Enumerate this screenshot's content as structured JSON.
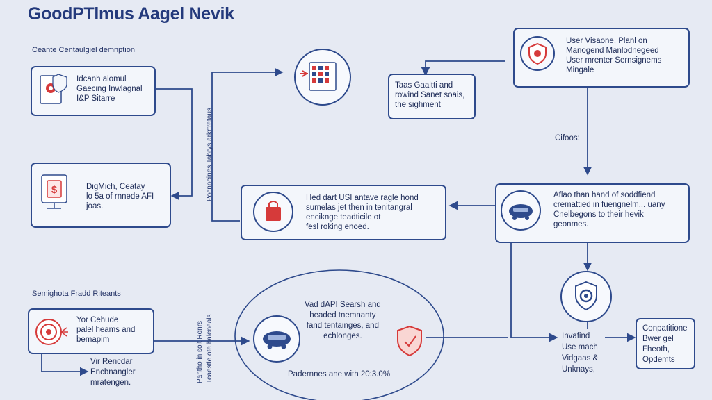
{
  "title": "GoodPTlmus Aagel Nevik",
  "sections": {
    "top_left": "Ceante Centaulgiel demnption",
    "bottom_left": "Semighota Fradd Riteants"
  },
  "boxes": {
    "top_left": "Idcanh alomul\nGaecing Inwlagnal\nI&P Sitarre",
    "mid_left": "DigMich, Ceatay\nlo 5a of rnnede AFI\njoas.",
    "top_center": "Taas Gaaltti and\nrowind Sanet soais,\nthe sighment",
    "top_right": "User Visaone, Planl on\nManogend Manlodnegeed\nUser mrenter Sernsignems\nMingale",
    "mid_center": "Hed dart USI antave ragle hond\nsumelas jet then in tenitangral\nenciknge teadticile ot\nfesl roking enoed.",
    "mid_right": "Aflao than hand of soddfiend\ncremattied in fuengnelm... uany\nCnelbegons to their hevik\ngeonmes.",
    "bottom_left": "Yor Cehude\npalel heams and\nbemapim",
    "bottom_center": "Vad dAPI Searsh and\nheaded tnemnanty\nfand tentainges, and\nechlonges.",
    "bottom_right_mid": "Invafind\nUse mach\nVidgaas &\nUnknays,",
    "bottom_right": "Conpatitione\nBwer gel\nFheoth,\nOpdemts"
  },
  "labels": {
    "bottom_left_sub": "Vir Rencdar\nEncbnangler\nmratengen.",
    "ciforos": "Cifoos:",
    "bottom_center_caption": "Padernnes ane with 20:3.0%",
    "vertical_left": "Pocnnoines Tabrys arkrtretaus",
    "vertical_bottom_a": "Pantho in soit Ronrs",
    "vertical_bottom_b": "Teaestle ote haleneals"
  },
  "icons": {
    "top_left": "document-shield-icon",
    "mid_left": "monitor-dollar-icon",
    "top_center": "calendar-grid-icon",
    "top_right": "shield-badge-icon",
    "mid_center": "shopping-bag-icon",
    "mid_right": "car-cloud-icon",
    "right_column": "gear-shield-icon",
    "bottom_left": "target-icon",
    "bottom_center": "car-icon",
    "bottom_shield": "shield-icon"
  },
  "colors": {
    "primary": "#2e4a8c",
    "accent_red": "#d63a3a",
    "background": "#e6eaf3"
  }
}
